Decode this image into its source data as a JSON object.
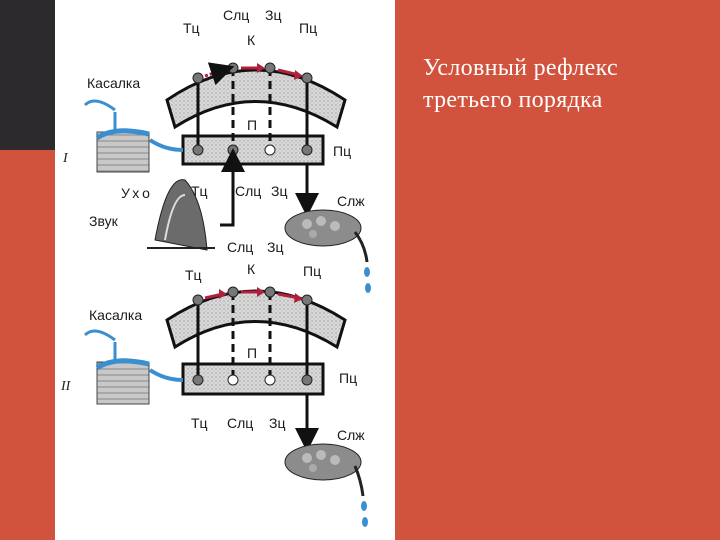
{
  "title": {
    "line1": "Условный рефлекс",
    "line2": "третьего порядка"
  },
  "diagram": {
    "top": {
      "section_label": "I",
      "cortex_letter": "К",
      "subcortex_letter": "П",
      "top_labels": [
        "Тц",
        "Слц",
        "Зц",
        "Пц"
      ],
      "bottom_labels": [
        "Тц",
        "Слц",
        "Зц"
      ],
      "right_label": "Пц",
      "touch_label": "Касалка",
      "ear_label": "Ухо",
      "sound_label": "Звук",
      "gland_label": "Слж"
    },
    "bottom": {
      "section_label": "II",
      "cortex_letter": "К",
      "subcortex_letter": "П",
      "top_labels": [
        "Слц",
        "Зц"
      ],
      "left_label": "Тц",
      "right_top_label": "Пц",
      "bottom_labels": [
        "Тц",
        "Слц",
        "Зц"
      ],
      "right_label": "Пц",
      "touch_label": "Касалка",
      "gland_label": "Слж"
    }
  },
  "colors": {
    "background": "#d2533d",
    "panel": "#ffffff",
    "title_text": "#ffffff",
    "arrow": "#b0203a",
    "skin": "#3a8fd0"
  }
}
